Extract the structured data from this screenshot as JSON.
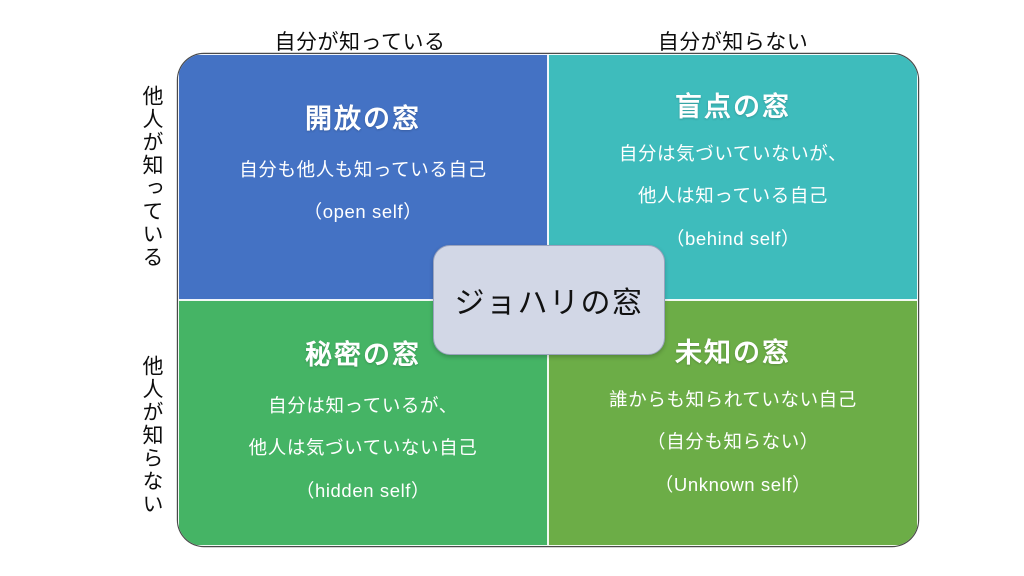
{
  "diagram": {
    "center_badge_label": "ジョハリの窓",
    "column_headers": [
      {
        "id": "self-known",
        "label": "自分が知っている"
      },
      {
        "id": "self-unknown",
        "label": "自分が知らない"
      }
    ],
    "row_labels": [
      {
        "id": "others-known",
        "label": "他人が知っている"
      },
      {
        "id": "others-unknown",
        "label": "他人が知らない"
      }
    ],
    "quadrants": [
      {
        "id": "open",
        "title": "開放の窓",
        "lines": [
          "自分も他人も知っている自己",
          "（open self）"
        ],
        "color": "#4472C4"
      },
      {
        "id": "blind",
        "title": "盲点の窓",
        "lines": [
          "自分は気づいていないが、",
          "他人は知っている自己",
          "（behind self）"
        ],
        "color": "#3EBCBC"
      },
      {
        "id": "hidden",
        "title": "秘密の窓",
        "lines": [
          "自分は知っているが、",
          "他人は気づいていない自己",
          "（hidden self）"
        ],
        "color": "#45B465"
      },
      {
        "id": "unknown",
        "title": "未知の窓",
        "lines": [
          "誰からも知られていない自己",
          "（自分も知らない）",
          "（Unknown self）"
        ],
        "color": "#6CAD47"
      }
    ],
    "colors": {
      "background": "#FFFFFF",
      "badge_fill": "#D2D7E6",
      "badge_border": "#9AA3BD",
      "text_light": "#FFFFFF",
      "text_dark": "#0D0D0D"
    }
  }
}
